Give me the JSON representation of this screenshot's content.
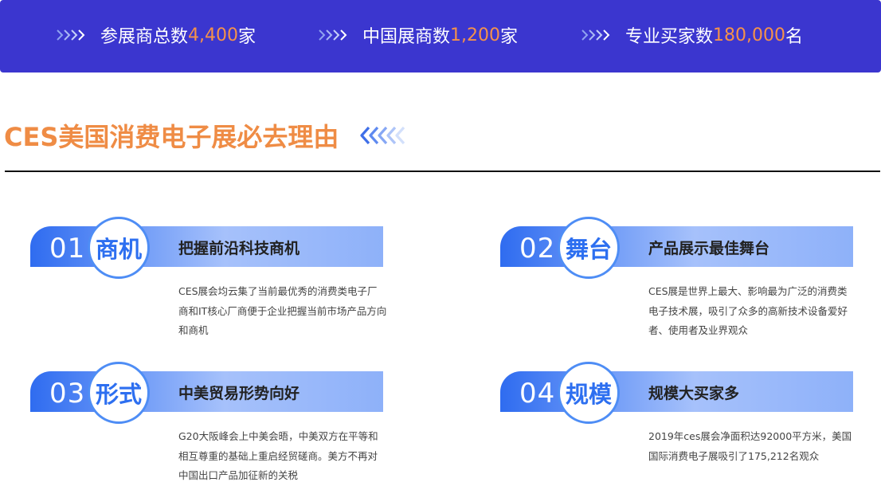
{
  "stats": [
    {
      "label_prefix": "参展商总数",
      "value": "4,400",
      "unit": "家"
    },
    {
      "label_prefix": "中国展商数",
      "value": "1,200",
      "unit": "家"
    },
    {
      "label_prefix": "专业买家数",
      "value": "180,000",
      "unit": "名"
    }
  ],
  "section": {
    "title": "CES美国消费电子展必去理由"
  },
  "reasons": [
    {
      "number": "01",
      "badge": "商机",
      "heading": "把握前沿科技商机",
      "description": "CES展会均云集了当前最优秀的消费类电子厂商和IT核心厂商便于企业把握当前市场产品方向和商机"
    },
    {
      "number": "02",
      "badge": "舞台",
      "heading": "产品展示最佳舞台",
      "description": "CES展是世界上最大、影响最为广泛的消费类电子技术展，吸引了众多的高新技术设备爱好者、使用者及业界观众"
    },
    {
      "number": "03",
      "badge": "形式",
      "heading": "中美贸易形势向好",
      "description": "G20大阪峰会上中美会晤，中美双方在平等和相互尊重的基础上重启经贸磋商。美方不再对中国出口产品加征新的关税"
    },
    {
      "number": "04",
      "badge": "规模",
      "heading": "规模大买家多",
      "description": "2019年ces展会净面积达92000平方米，美国国际消费电子展吸引了175,212名观众"
    }
  ],
  "colors": {
    "bar_bg": "#3b36cf",
    "accent_orange": "#f5924a",
    "title_orange": "#ef8c45",
    "badge_blue": "#2d6ff0"
  },
  "icons": {
    "stat_arrows": "triple-chevron-right-icon",
    "title_deco": "chevron-left-icon"
  }
}
